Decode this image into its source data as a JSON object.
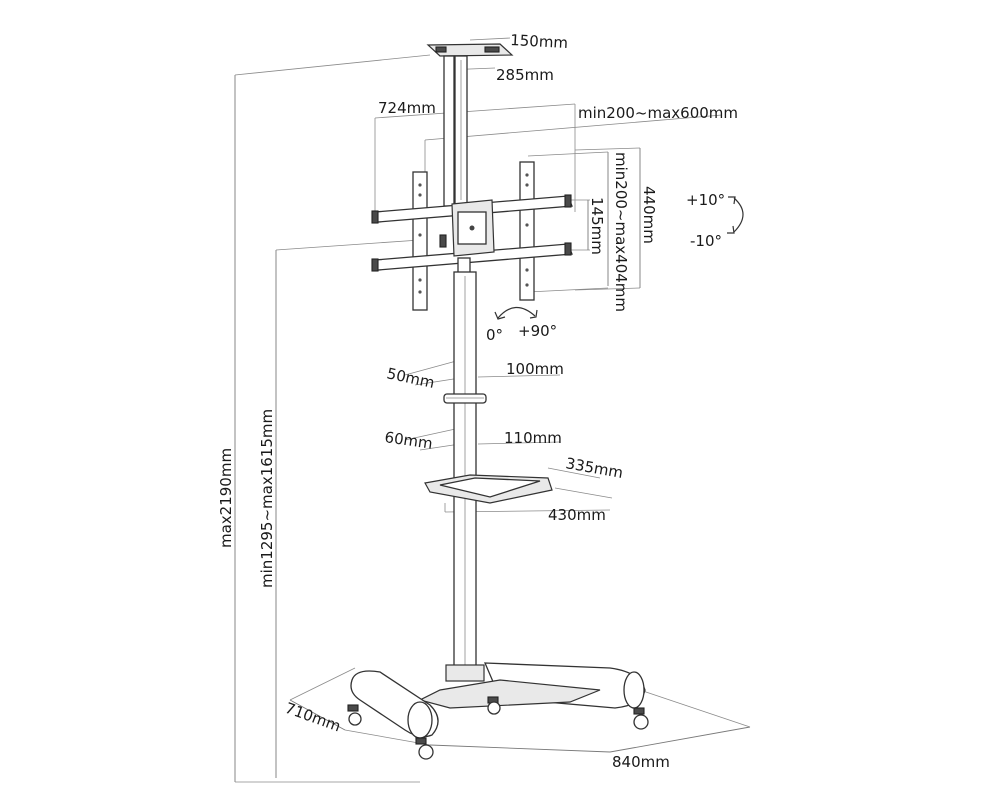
{
  "dimensions": {
    "ceiling_plate_depth": "150mm",
    "ceiling_plate_width": "285mm",
    "bracket_width": "724mm",
    "vesa_horizontal": "min200~max600mm",
    "arm_spacing": "145mm",
    "bracket_height": "440mm",
    "vesa_vertical": "min200~max404mm",
    "tilt_up": "+10°",
    "tilt_down": "-10°",
    "rotate_start": "0°",
    "rotate_end": "+90°",
    "clamp_upper_depth": "50mm",
    "clamp_upper_width": "100mm",
    "clamp_lower_depth": "60mm",
    "clamp_lower_width": "110mm",
    "shelf_depth": "335mm",
    "shelf_width": "430mm",
    "total_height": "max2190mm",
    "mount_height": "min1295~max1615mm",
    "base_depth": "710mm",
    "base_width": "840mm"
  }
}
